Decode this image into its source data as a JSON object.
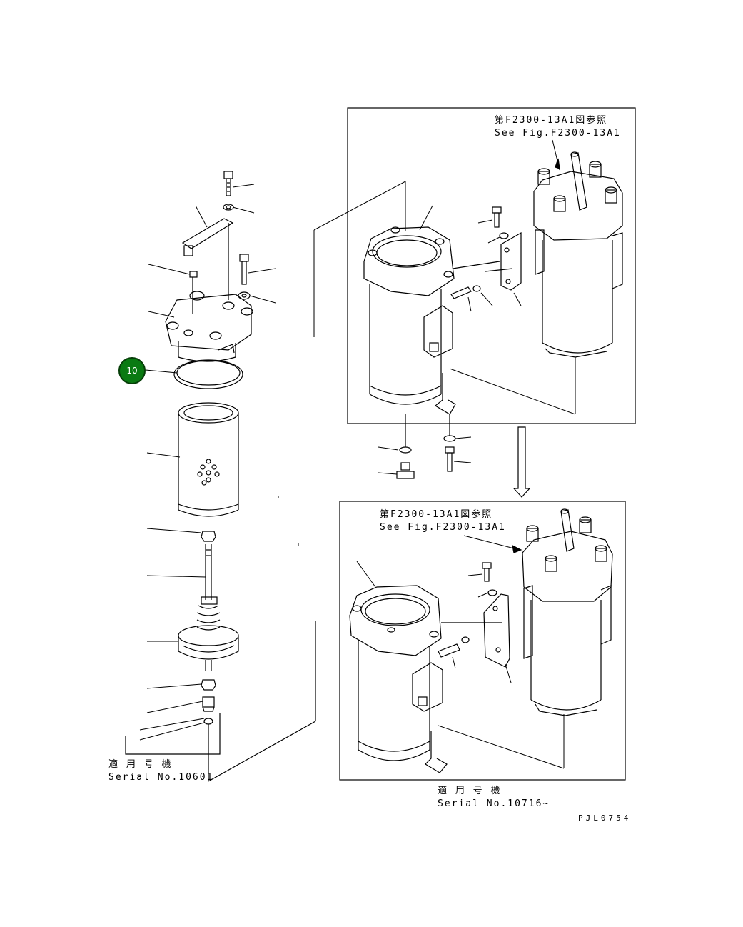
{
  "callout": {
    "number": "10",
    "color": "#0a7a12"
  },
  "references": {
    "top_jp": "第F2300-13A1図参照",
    "top_en": "See Fig.F2300-13A1",
    "bottom_jp": "第F2300-13A1図参照",
    "bottom_en": "See Fig.F2300-13A1"
  },
  "serials": {
    "left_jp": "適 用 号 機",
    "left_en": "Serial No.10601",
    "right_jp": "適 用 号 機",
    "right_en": "Serial No.10716~"
  },
  "drawing_code": "PJL0754"
}
